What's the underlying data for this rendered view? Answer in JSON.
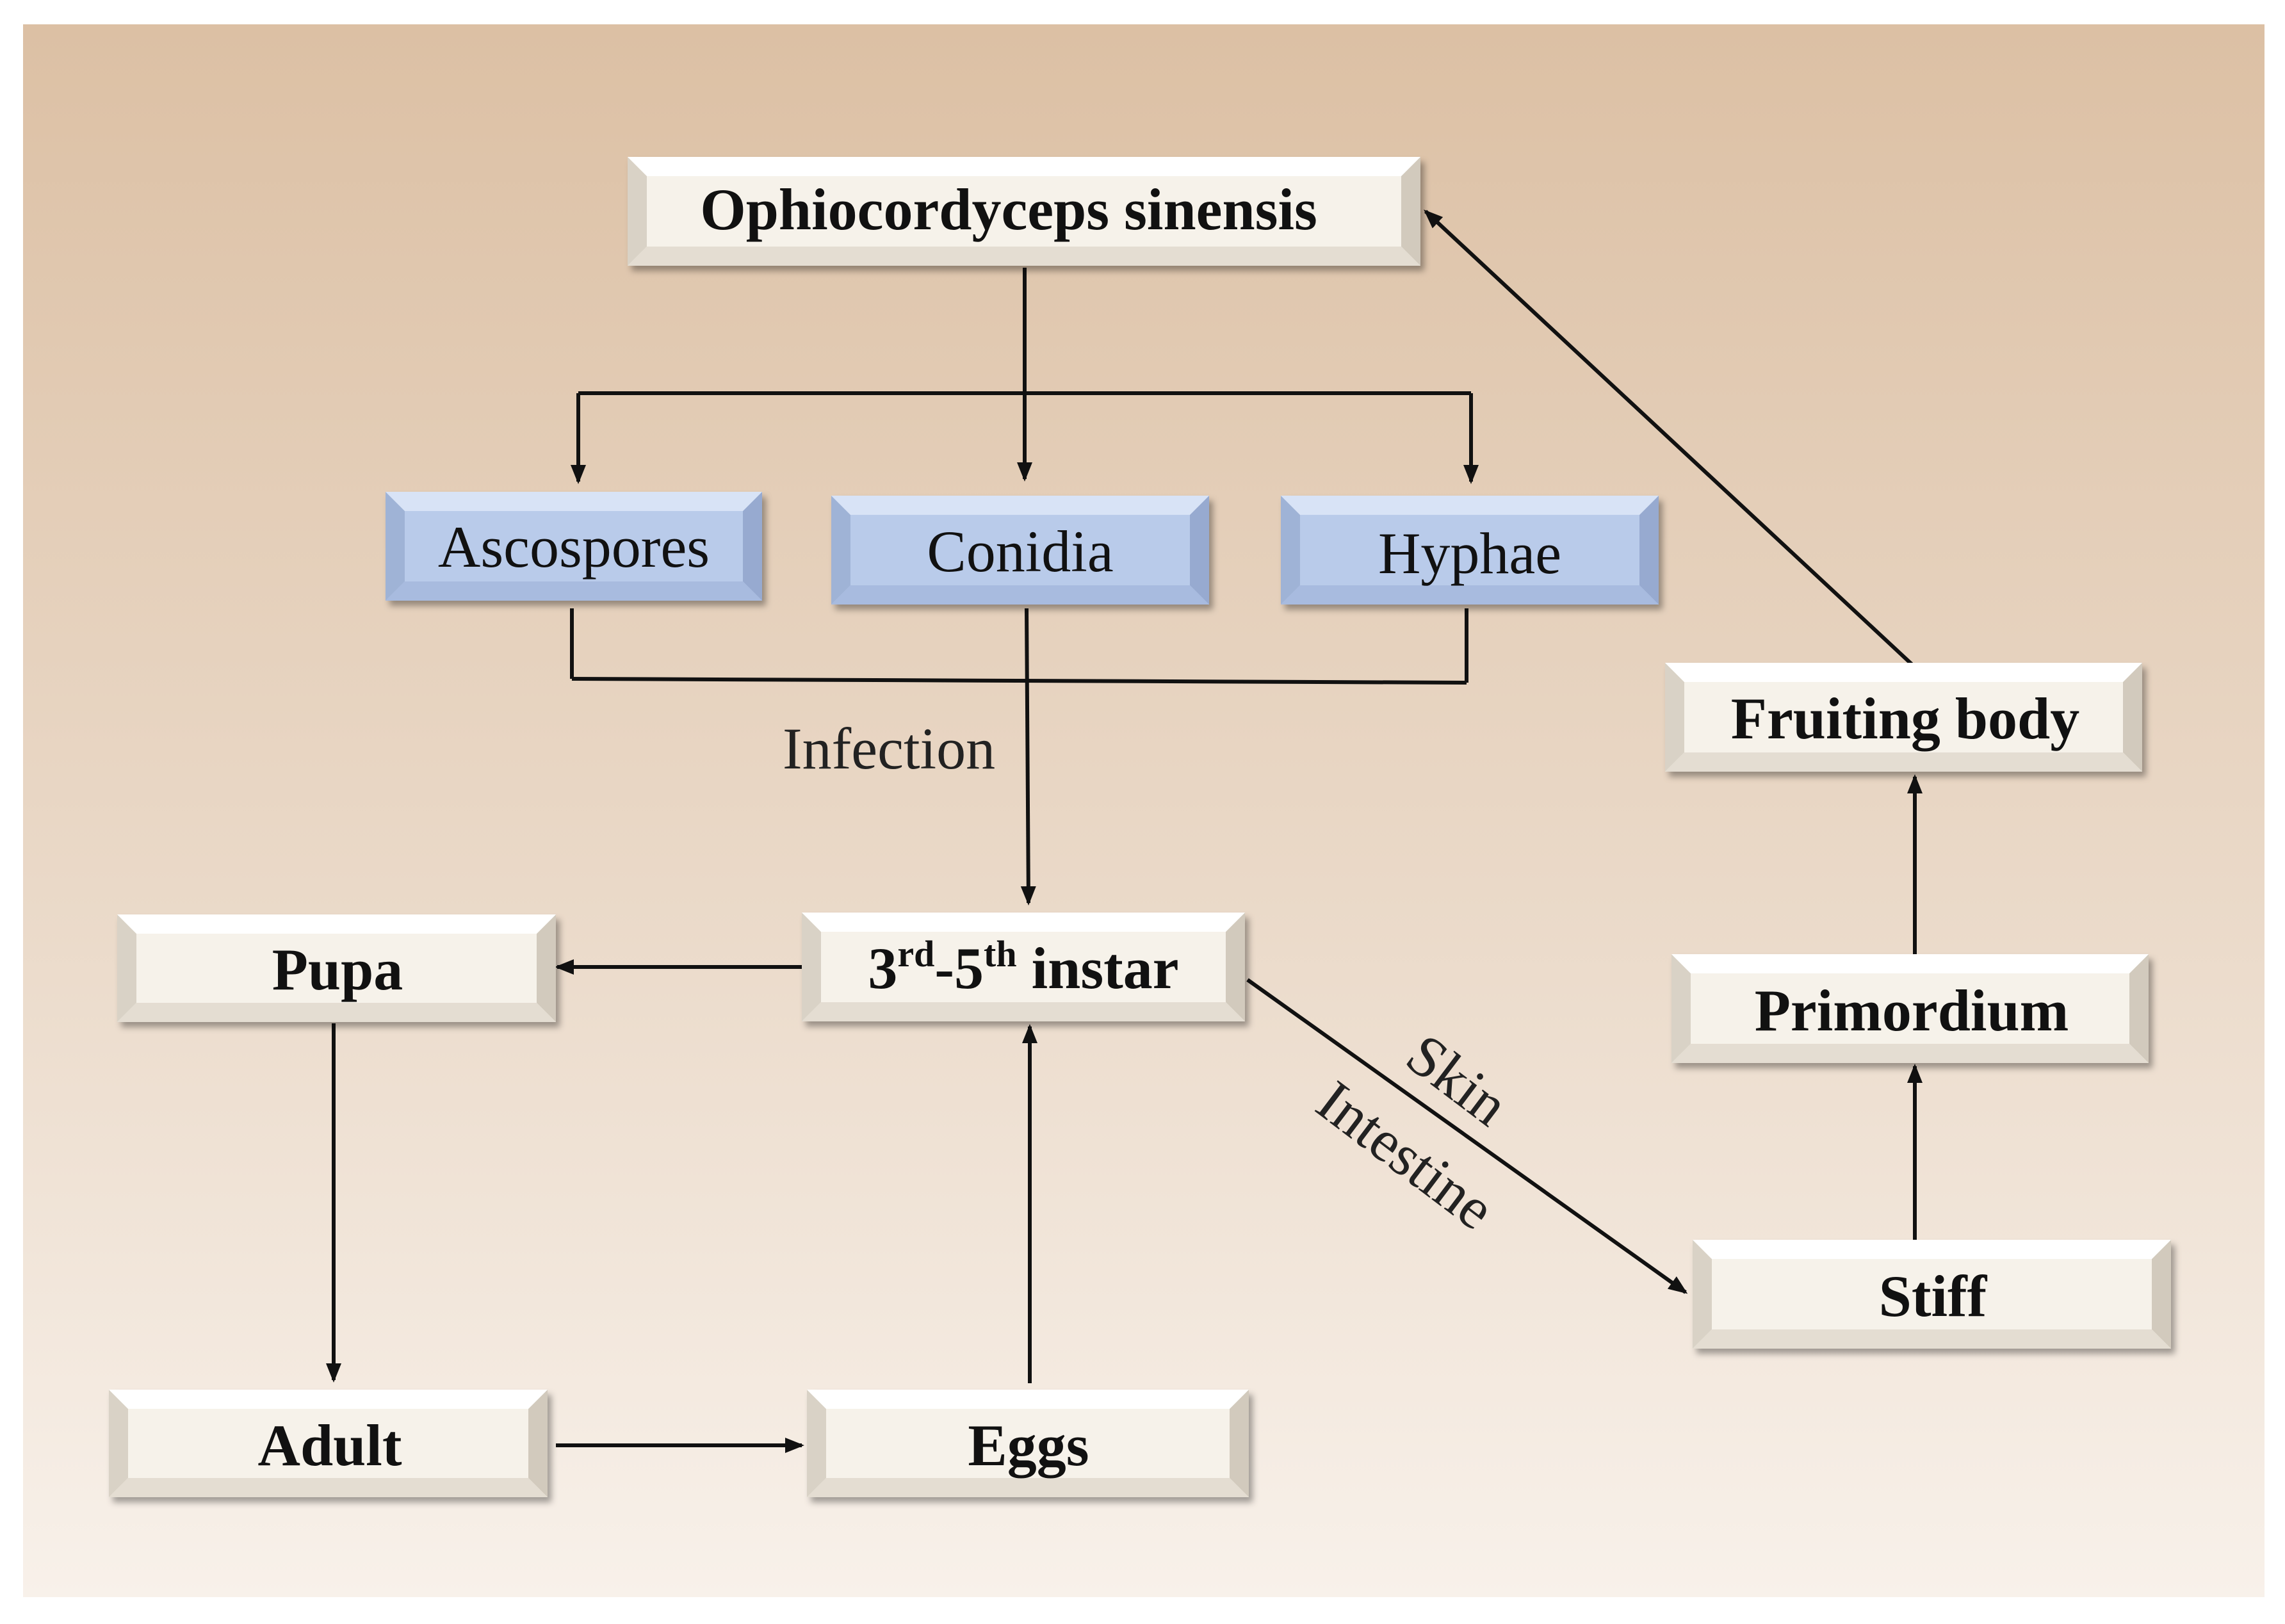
{
  "diagram": {
    "nodes": {
      "ophiocordyceps": "Ophiocordyceps sinensis",
      "ascospores": "Ascospores",
      "conidia": "Conidia",
      "hyphae": "Hyphae",
      "fruiting_body": "Fruiting body",
      "instar_base": "3",
      "instar_sup1": "rd",
      "instar_mid": "-5",
      "instar_sup2": "th",
      "instar_tail": " instar",
      "pupa": "Pupa",
      "adult": "Adult",
      "eggs": "Eggs",
      "primordium": "Primordium",
      "stiff": "Stiff"
    },
    "edge_labels": {
      "infection": "Infection",
      "skin": "Skin",
      "intestine": "Intestine"
    }
  },
  "colors": {
    "background_top": "#dfc3a8",
    "background_bottom": "#f7f0ea",
    "cream_box": "#f6f2ea",
    "blue_box": "#b9cbea",
    "arrow": "#111111"
  }
}
